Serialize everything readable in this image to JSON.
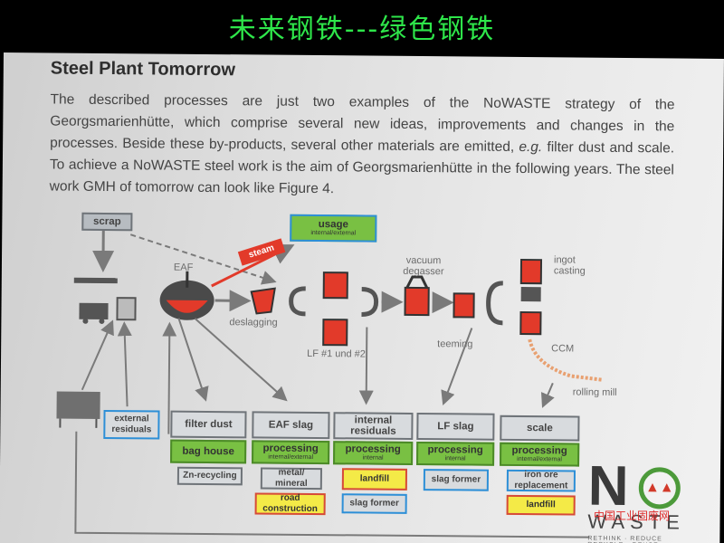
{
  "banner": {
    "title": "未来钢铁---绿色钢铁"
  },
  "document": {
    "heading": "Steel Plant Tomorrow",
    "para_part1": "The described processes are just two examples of the NoWASTE strategy of the Georgsmarienhütte, which comprise several new ideas, improvements and changes in the processes. Beside these by-products, several other materials are emitted, ",
    "para_eg": "e.g.",
    "para_part2": " filter dust and scale. To achieve a NoWASTE steel work is the aim of Georgsmarienhütte in the following years. The steel work GMH of tomorrow can look like Figure 4."
  },
  "diagram": {
    "scrap": "scrap",
    "usage": "usage",
    "usage_sub": "internal/external",
    "steam": "steam",
    "eaf": "EAF",
    "deslagging": "deslagging",
    "lf": "LF #1 und #2",
    "vacuum": "vacuum degasser",
    "teeming": "teeming",
    "ingot": "ingot casting",
    "ccm": "CCM",
    "rolling": "rolling mill",
    "external_residuals": "external residuals",
    "columns": [
      {
        "head": "filter dust",
        "proc": "bag house",
        "proc_sub": "",
        "out1": "Zn-recycling",
        "out2": ""
      },
      {
        "head": "EAF slag",
        "proc": "processing",
        "proc_sub": "internal/external",
        "out1": "metal/ mineral",
        "out2": "road construction"
      },
      {
        "head": "internal residuals",
        "proc": "processing",
        "proc_sub": "internal",
        "out1": "landfill",
        "out2": "slag former"
      },
      {
        "head": "LF slag",
        "proc": "processing",
        "proc_sub": "internal",
        "out1": "slag former",
        "out2": ""
      },
      {
        "head": "scale",
        "proc": "processing",
        "proc_sub": "internal/external",
        "out1": "iron ore replacement",
        "out2": "landfill"
      }
    ]
  },
  "logo": {
    "n": "N",
    "waste": "WASTE",
    "tagline": "RETHINK · REDUCE RECYCLE · REUSE"
  },
  "watermark": "中国工业固废网",
  "colors": {
    "banner_text": "#2ee64a",
    "green_box": "#79c043",
    "yellow_box": "#f4ea47",
    "red_ladle": "#e23a2a",
    "gray_box": "#b7bcc1",
    "watermark": "#e02a2a"
  }
}
